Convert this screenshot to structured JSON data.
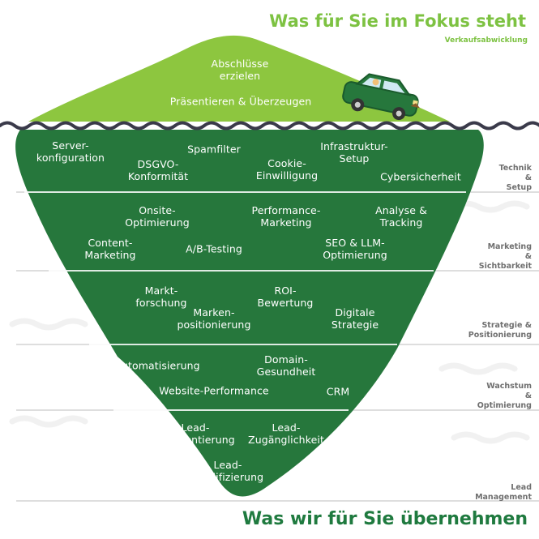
{
  "header": {
    "title": "Was für Sie im Fokus steht",
    "subtitle": "Verkaufsabwicklung"
  },
  "footer": {
    "title": "Was wir für Sie übernehmen"
  },
  "colors": {
    "tip_green": "#8dc63f",
    "iceberg_green": "#26773c",
    "title_green_light": "#7dc242",
    "title_green_dark": "#1f7a3f",
    "water_line": "#3a3a4a",
    "band_label_gray": "#6f6f6f"
  },
  "tip": {
    "labels": [
      "Abschlüsse\nerzielen",
      "Präsentieren & Überzeugen"
    ]
  },
  "bands": [
    {
      "label": "Technik\n& Setup",
      "items": [
        "Server-\nkonfiguration",
        "Spamfilter",
        "DSGVO-\nKonformität",
        "Cookie-\nEinwilligung",
        "Infrastruktur-\nSetup",
        "Cybersicherheit"
      ]
    },
    {
      "label": "Marketing &\nSichtbarkeit",
      "items": [
        "Onsite-\nOptimierung",
        "Performance-\nMarketing",
        "Analyse &\nTracking",
        "Content-\nMarketing",
        "A/B-Testing",
        "SEO & LLM-\nOptimierung"
      ]
    },
    {
      "label": "Strategie &\nPositionierung",
      "items": [
        "Markt-\nforschung",
        "ROI-\nBewertung",
        "Marken-\npositionierung",
        "Digitale\nStrategie"
      ]
    },
    {
      "label": "Wachstum &\nOptimierung",
      "items": [
        "Automatisierung",
        "Domain-\nGesundheit",
        "Website-Performance",
        "CRM"
      ]
    },
    {
      "label": "Lead Management",
      "items": [
        "Lead-\nSegmentierung",
        "Lead-\nZugänglichkeit",
        "Lead-\nQualifizierung"
      ]
    }
  ],
  "icons": {
    "car": "car-icon"
  }
}
